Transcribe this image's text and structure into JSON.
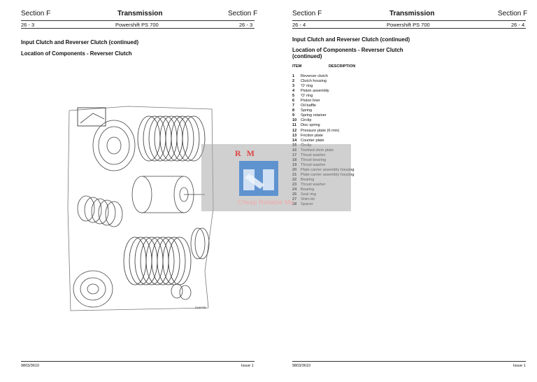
{
  "left": {
    "section": "Section F",
    "title": "Transmission",
    "section_right": "Section F",
    "page_left": "26 - 3",
    "subtitle": "Powershift PS 700",
    "page_right": "26 - 3",
    "heading1": "Input Clutch and Reverser Clutch (continued)",
    "heading2": "Location of Components - Reverser Clutch",
    "figure_ref": "S160751",
    "footer_left": "9803/3610",
    "footer_right": "Issue 1"
  },
  "right": {
    "section": "Section F",
    "title": "Transmission",
    "section_right": "Section F",
    "page_left": "26 - 4",
    "subtitle": "Powershift PS 700",
    "page_right": "26 - 4",
    "heading1": "Input Clutch and Reverser Clutch (continued)",
    "heading2_line1": "Location of Components - Reverser Clutch",
    "heading2_line2": "(continued)",
    "col_item": "ITEM",
    "col_desc": "DESCRIPTION",
    "items": [
      {
        "num": "1",
        "desc": "Reverser clutch"
      },
      {
        "num": "2",
        "desc": "Clutch housing"
      },
      {
        "num": "3",
        "desc": "'O' ring"
      },
      {
        "num": "4",
        "desc": "Piston assembly"
      },
      {
        "num": "5",
        "desc": "'O' ring"
      },
      {
        "num": "6",
        "desc": "Piston liner"
      },
      {
        "num": "7",
        "desc": "Oil baffle"
      },
      {
        "num": "8",
        "desc": "Spring"
      },
      {
        "num": "9",
        "desc": "Spring retainer"
      },
      {
        "num": "10",
        "desc": "Circlip"
      },
      {
        "num": "11",
        "desc": "Disc spring"
      },
      {
        "num": "12",
        "desc": "Pressure plate (6 mm)"
      },
      {
        "num": "13",
        "desc": "Friction plate"
      },
      {
        "num": "14",
        "desc": "Counter plate"
      },
      {
        "num": "15",
        "desc": "Circlip"
      },
      {
        "num": "16",
        "desc": "Toothed shim plate"
      },
      {
        "num": "17",
        "desc": "Thrust washer"
      },
      {
        "num": "18",
        "desc": "Thrust bearing"
      },
      {
        "num": "19",
        "desc": "Thrust washer"
      },
      {
        "num": "20",
        "desc": "Plate carrier assembly housing"
      },
      {
        "num": "21",
        "desc": "Plate carrier assembly housing"
      },
      {
        "num": "22",
        "desc": "Bearing"
      },
      {
        "num": "23",
        "desc": "Thrust washer"
      },
      {
        "num": "24",
        "desc": "Bearing"
      },
      {
        "num": "25",
        "desc": "Seal ring"
      },
      {
        "num": "27",
        "desc": "Shim kit"
      },
      {
        "num": "28",
        "desc": "Spacer"
      }
    ],
    "footer_left": "9803/3610",
    "footer_right": "Issue 1"
  },
  "watermark": {
    "letters": "RM",
    "text": "Cheap Reliable Ma"
  }
}
